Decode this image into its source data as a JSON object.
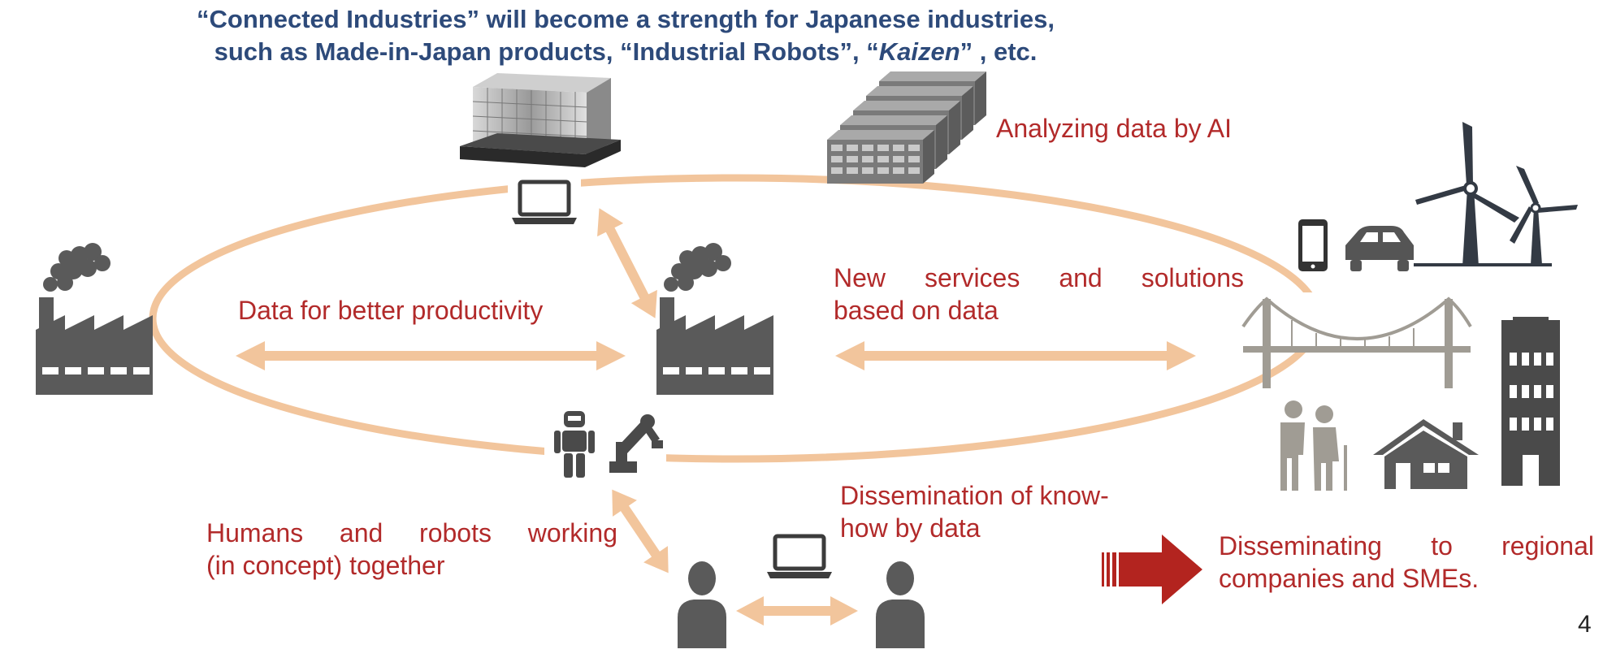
{
  "title": {
    "line1": "“Connected Industries” will become a strength for Japanese industries,",
    "line2_prefix": "such as Made-in-Japan products, “Industrial Robots”, “",
    "line2_italic": "Kaizen",
    "line2_suffix": "” , etc."
  },
  "labels": {
    "ai": "Analyzing data by AI",
    "productivity": "Data for better productivity",
    "services_l1": "New services and solutions",
    "services_l2": "based on data",
    "humans_l1": "Humans and robots working",
    "humans_l2": "(in concept) together",
    "dissem_l1": "Dissemination of know-",
    "dissem_l2": "how by data",
    "regional_l1": "Disseminating to regional",
    "regional_l2": "companies and SMEs."
  },
  "page_number": "4",
  "icons": [
    "data-center-building-icon",
    "server-rack-icon",
    "laptop-icon",
    "factory-icon",
    "humanoid-robot-icon",
    "robot-arm-icon",
    "person-icon",
    "smartphone-icon",
    "car-icon",
    "wind-turbine-icon",
    "suspension-bridge-icon",
    "elderly-couple-icon",
    "house-icon",
    "apartment-building-icon",
    "arrow-icon"
  ],
  "colors": {
    "title": "#2d4a7a",
    "label": "#b22a2a",
    "ellipse": "#f2c59c",
    "icon_gray": "#5a5a5a",
    "red_arrow": "#b3241f"
  }
}
